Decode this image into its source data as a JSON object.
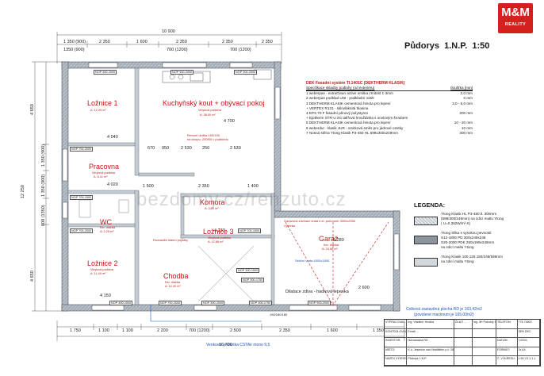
{
  "logo": {
    "brand": "M&M",
    "sub": "REALITY"
  },
  "title": "Půdorys  1.N.P.  1:50",
  "watermark": "bezdomy.cz/renzuto.cz",
  "rooms": {
    "loznice1": {
      "name": "Ložnice 1",
      "sub": "A: 12,25 m²"
    },
    "kuchyn": {
      "name": "Kuchyňský kout + obývací pokoj",
      "sub1": "Vinylová podlaha",
      "sub2": "A: 38,50 m²"
    },
    "pracovna": {
      "name": "Pracovna",
      "sub1": "Vinylová podlaha",
      "sub2": "A: 8,41 m²"
    },
    "komora": {
      "name": "Komora",
      "sub": "A: 2,25 m²"
    },
    "wc": {
      "name": "WC",
      "sub1": "Ker. dlažba",
      "sub2": "A: 2,25 m²"
    },
    "loznice3": {
      "name": "Ložnice 3",
      "sub1": "Vinylová podlaha",
      "sub2": "A: 12,86 m²"
    },
    "garaz": {
      "name": "Garáž",
      "sub1": "Ker. dlažba",
      "sub2": "A: 24,86 m²"
    },
    "loznice2": {
      "name": "Ložnice 2",
      "sub1": "Vinylová podlaha",
      "sub2": "A: 11,49 m²"
    },
    "chodba": {
      "name": "Chodba",
      "sub1": "Ker. dlažba",
      "sub2": "A: 12,40 m²"
    }
  },
  "dims": {
    "top_total": "10 900",
    "top_row": [
      "1 350 (900)",
      "2 350",
      "1 600",
      "2 350",
      "2 350",
      "2 350"
    ],
    "top_sub": [
      "1350 (900)",
      "700 (1200)",
      "700 (1200)"
    ],
    "bottom_row": [
      "1 750",
      "1 100",
      "1 100",
      "2 200",
      "700 (1200)",
      "2 500",
      "2 350",
      "1 600",
      "1 350"
    ],
    "bottom_total": "16 700",
    "left": [
      "4 650",
      "12 250",
      "1 350 (900)",
      "1 350 (900)",
      "800 (1350)",
      "4 650"
    ],
    "interior": [
      "670",
      "950",
      "2 530",
      "250",
      "2 530",
      "1 500",
      "2 350",
      "4 020",
      "4 040",
      "1 400",
      "4 230",
      "4 150",
      "4 700",
      "5 280",
      "2 600"
    ]
  },
  "tags": {
    "nop1": "NOP 300-2000",
    "nop2": "NOP 900-2000",
    "nop3": "NOP 300-2000",
    "nop4": "NOP 700-2000",
    "nop5": "NOP 700-1500",
    "nop6": "NOP 700-1500",
    "nop7": "NOP 700-2000",
    "nop8": "NOP 300-1500",
    "nop9": "NOP 300-1750",
    "nop10": "NOP 300-2000",
    "nop11": "NOP 300-1750",
    "nop12": "NOP 900-2000",
    "nop13": "NOP 300-1500",
    "nop14": "NOP 700-2000"
  },
  "notes": {
    "hlavni_pojistky": "Rozvaděč hlavní pojistky",
    "zdvihaci": "Garážová zdvihací vrata s el. pohonem 3000x2000",
    "vyleva": "Výlevka",
    "stitek": "Sekční vrata 4500x1800",
    "plavic": "Dilatace zdiva - hadrová lepenka",
    "jednotka": "Venkovní jednotka CSTAir mono 9,5",
    "revize": "Revizní dvířka 150/150",
    "strop": "na stropu: 200/50 v podhledu",
    "dvere_tag": "190/180/180",
    "zastaveni": "Celková zastavěná plocha RD je 163,42m2",
    "zastaveni2": "(povolené maximum je 165,00m2)"
  },
  "spec": {
    "title": "DEK Fasadní systém TI.1401C (DEKTHERM KLASIK)",
    "head_left": "Specifikace skladby podlahy (od exteriéru)",
    "head_right": "tloušťka [mm]",
    "rows": [
      {
        "text": "1  weberpas - extraClean active  omitka zrnitost 1-3mm",
        "val": "2,0 mm"
      },
      {
        "text": "2  weberpas podklad UNI - podkladní nátěr",
        "val": "0 mm"
      },
      {
        "text": "3  DEKTHERM KLASIK  cementová hmota pro lepení",
        "val": "3,0 - 6,0 mm"
      },
      {
        "text": "   + VERTEX R131 - sklovláknitá tkanina",
        "val": ""
      },
      {
        "text": "4  EPS 70 F  fasadní pěnový polystyren",
        "val": "200 mm"
      },
      {
        "text": "   + Ejotherm STR-U 2G talířová hmoždinka s ocelovým šroubem",
        "val": ""
      },
      {
        "text": "5  DEKTHERM KLASIK   cementová hmota pro lepení",
        "val": "10 - 20 mm"
      },
      {
        "text": "6  weberdur - klasik JUR - omitková směs pro jádrové omitky",
        "val": "10 mm"
      },
      {
        "text": "7  Nosná stěna Ytong Klasik P3-450 HL 599x300x249mm",
        "val": "300 mm"
      }
    ]
  },
  "legend": {
    "title": "LEGENDA:",
    "items": [
      {
        "lines": [
          "Ytong Klasik HL P3-450    tl. 300mm",
          "(599/300/249mm)  na zdicí maltu Ytong",
          "( U=0,362W/m² K)"
        ]
      },
      {
        "lines": [
          "Ytong Silka s vysokou pevností",
          "S12-1800 PD 300x249x248",
          "S20-2000 PDK 250x199x248mm",
          "na zdicí maltu Ytong"
        ]
      },
      {
        "lines": [
          "Ytong Klasik 100,125,150/249/599mm",
          "na zdicí maltu Ytong"
        ]
      }
    ]
  },
  "titleblock": {
    "r1": [
      "VYPRACOVAL:",
      "Ing. Vladimír Hruška",
      "ČKAIT  ...",
      "Ing. Jiří Pokorný   Ing. Jan Kos",
      "TELEFON:",
      "776 74802"
    ],
    "r2": [
      "KONTROLOVAL:",
      "Email: ...",
      "",
      "",
      "",
      "SEN DEC"
    ],
    "r3": [
      "INVESTOR:",
      "Novostavba RD",
      "",
      "",
      "DATUM:",
      "7/2024"
    ],
    "r4": [
      "MÍSTO:",
      "K.ú. Jesenice nad Hradištěm p.č. 2864",
      "",
      "",
      "FORMÁT:",
      "3x A4"
    ],
    "r5": [
      "NÁZEV VÝKRESU:",
      "Půdorys 1.N.P.",
      "",
      "",
      "Č. VÝKRESU:",
      "1:50 | D.1.1.1"
    ]
  },
  "colors": {
    "wall": "#9aa3ad",
    "red": "#c01818",
    "blue": "#1f56b8",
    "logo": "#d4201f"
  }
}
